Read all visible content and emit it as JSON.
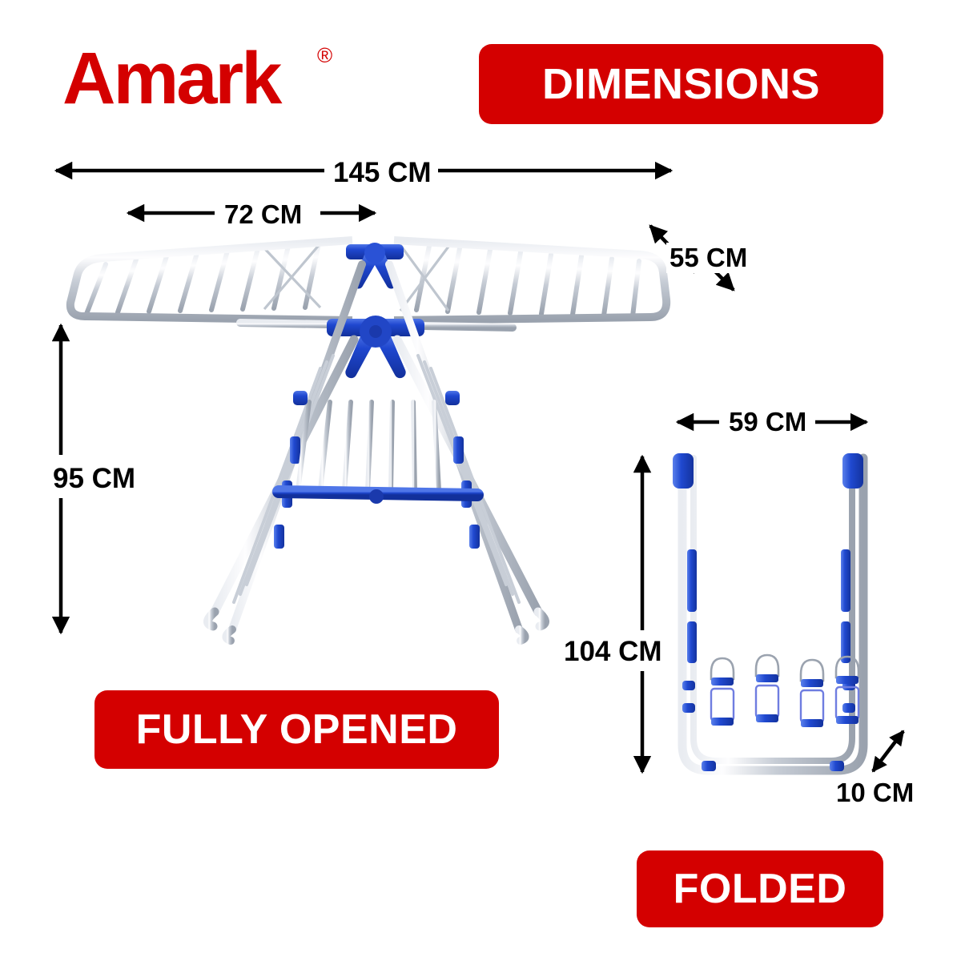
{
  "brand": {
    "name": "Amark",
    "registered_mark": "®",
    "color": "#D40000"
  },
  "badges": {
    "dimensions": "DIMENSIONS",
    "fully_opened": "FULLY OPENED",
    "folded": "FOLDED",
    "background_color": "#D40000",
    "text_color": "#FFFFFF"
  },
  "product": {
    "type": "gullwing-clothes-drying-rack",
    "frame_color": "#C9CED6",
    "accent_color": "#1B43C8"
  },
  "dimensions": {
    "opened": [
      {
        "id": "total-width",
        "value": "145 CM",
        "orientation": "horizontal"
      },
      {
        "id": "wing-width",
        "value": "72 CM",
        "orientation": "horizontal"
      },
      {
        "id": "depth",
        "value": "55 CM",
        "orientation": "diagonal"
      },
      {
        "id": "height",
        "value": "95 CM",
        "orientation": "vertical"
      }
    ],
    "folded": [
      {
        "id": "folded-width",
        "value": "59 CM",
        "orientation": "horizontal"
      },
      {
        "id": "folded-height",
        "value": "104 CM",
        "orientation": "vertical"
      },
      {
        "id": "folded-depth",
        "value": "10 CM",
        "orientation": "diagonal"
      }
    ]
  }
}
